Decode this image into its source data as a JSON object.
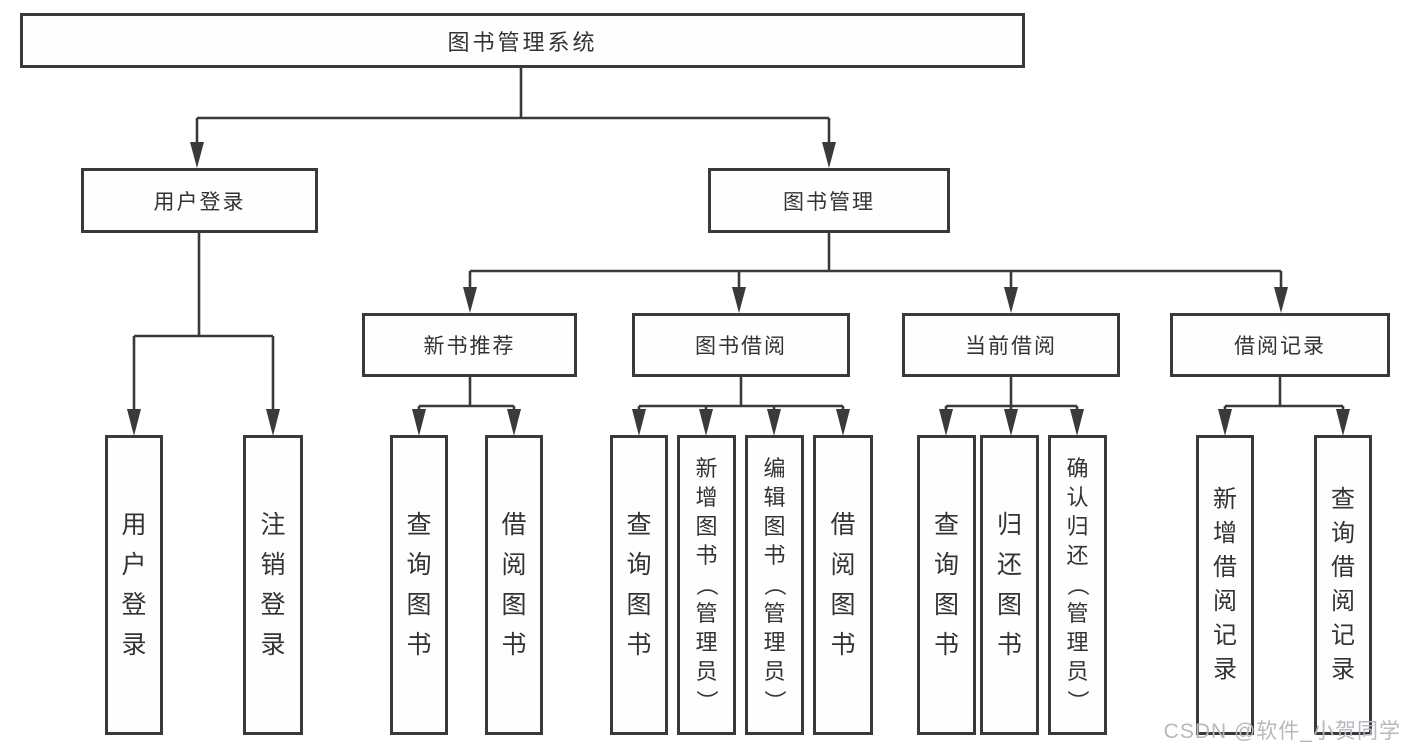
{
  "diagram": {
    "root": {
      "label": "图书管理系统"
    },
    "branches": [
      {
        "label": "用户登录",
        "leaves": [
          {
            "label": "用户登录"
          },
          {
            "label": "注销登录"
          }
        ]
      },
      {
        "label": "图书管理",
        "groups": [
          {
            "label": "新书推荐",
            "leaves": [
              {
                "label": "查询图书"
              },
              {
                "label": "借阅图书"
              }
            ]
          },
          {
            "label": "图书借阅",
            "leaves": [
              {
                "label": "查询图书"
              },
              {
                "label": "新增图书（管理员）"
              },
              {
                "label": "编辑图书（管理员）"
              },
              {
                "label": "借阅图书"
              }
            ]
          },
          {
            "label": "当前借阅",
            "leaves": [
              {
                "label": "查询图书"
              },
              {
                "label": "归还图书"
              },
              {
                "label": "确认归还（管理员）"
              }
            ]
          },
          {
            "label": "借阅记录",
            "leaves": [
              {
                "label": "新增借阅记录"
              },
              {
                "label": "查询借阅记录"
              }
            ]
          }
        ]
      }
    ],
    "colors": {
      "line": "#3a3a3a",
      "text": "#333333",
      "box_fill": "#fefefe",
      "watermark": "#b5b9bd"
    }
  },
  "watermark": {
    "text": "CSDN @软件_小贺同学"
  }
}
